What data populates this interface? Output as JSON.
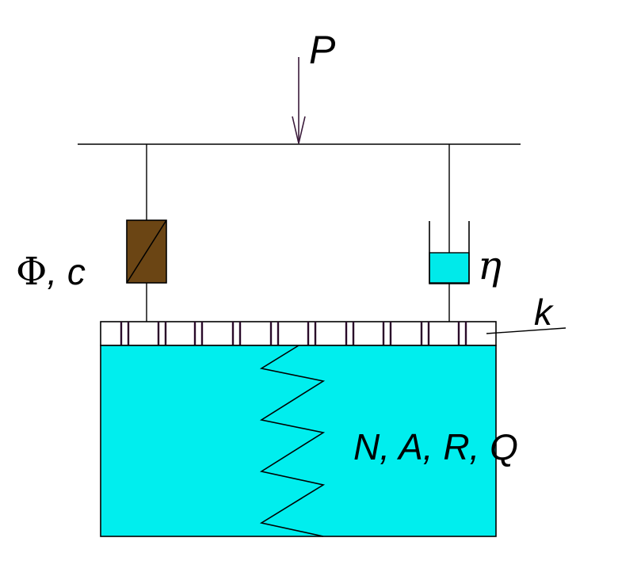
{
  "labels": {
    "load": "P",
    "friction_symbol": "Φ",
    "friction_suffix": ", c",
    "viscosity": "η",
    "permeability": "k",
    "spring_params": "N, A, R, Q"
  },
  "colors": {
    "line": "#000000",
    "arrow": "#3a1a3a",
    "friction_block": "#6b4514",
    "water": "#00eeee",
    "dashpot_fluid": "#00eaea",
    "stone_dividers": "#2a0a2a"
  },
  "icons": {
    "load_arrow": "down-arrow-icon",
    "friction_element": "friction-slider-icon",
    "dashpot": "dashpot-icon",
    "spring": "zigzag-spring-icon"
  }
}
